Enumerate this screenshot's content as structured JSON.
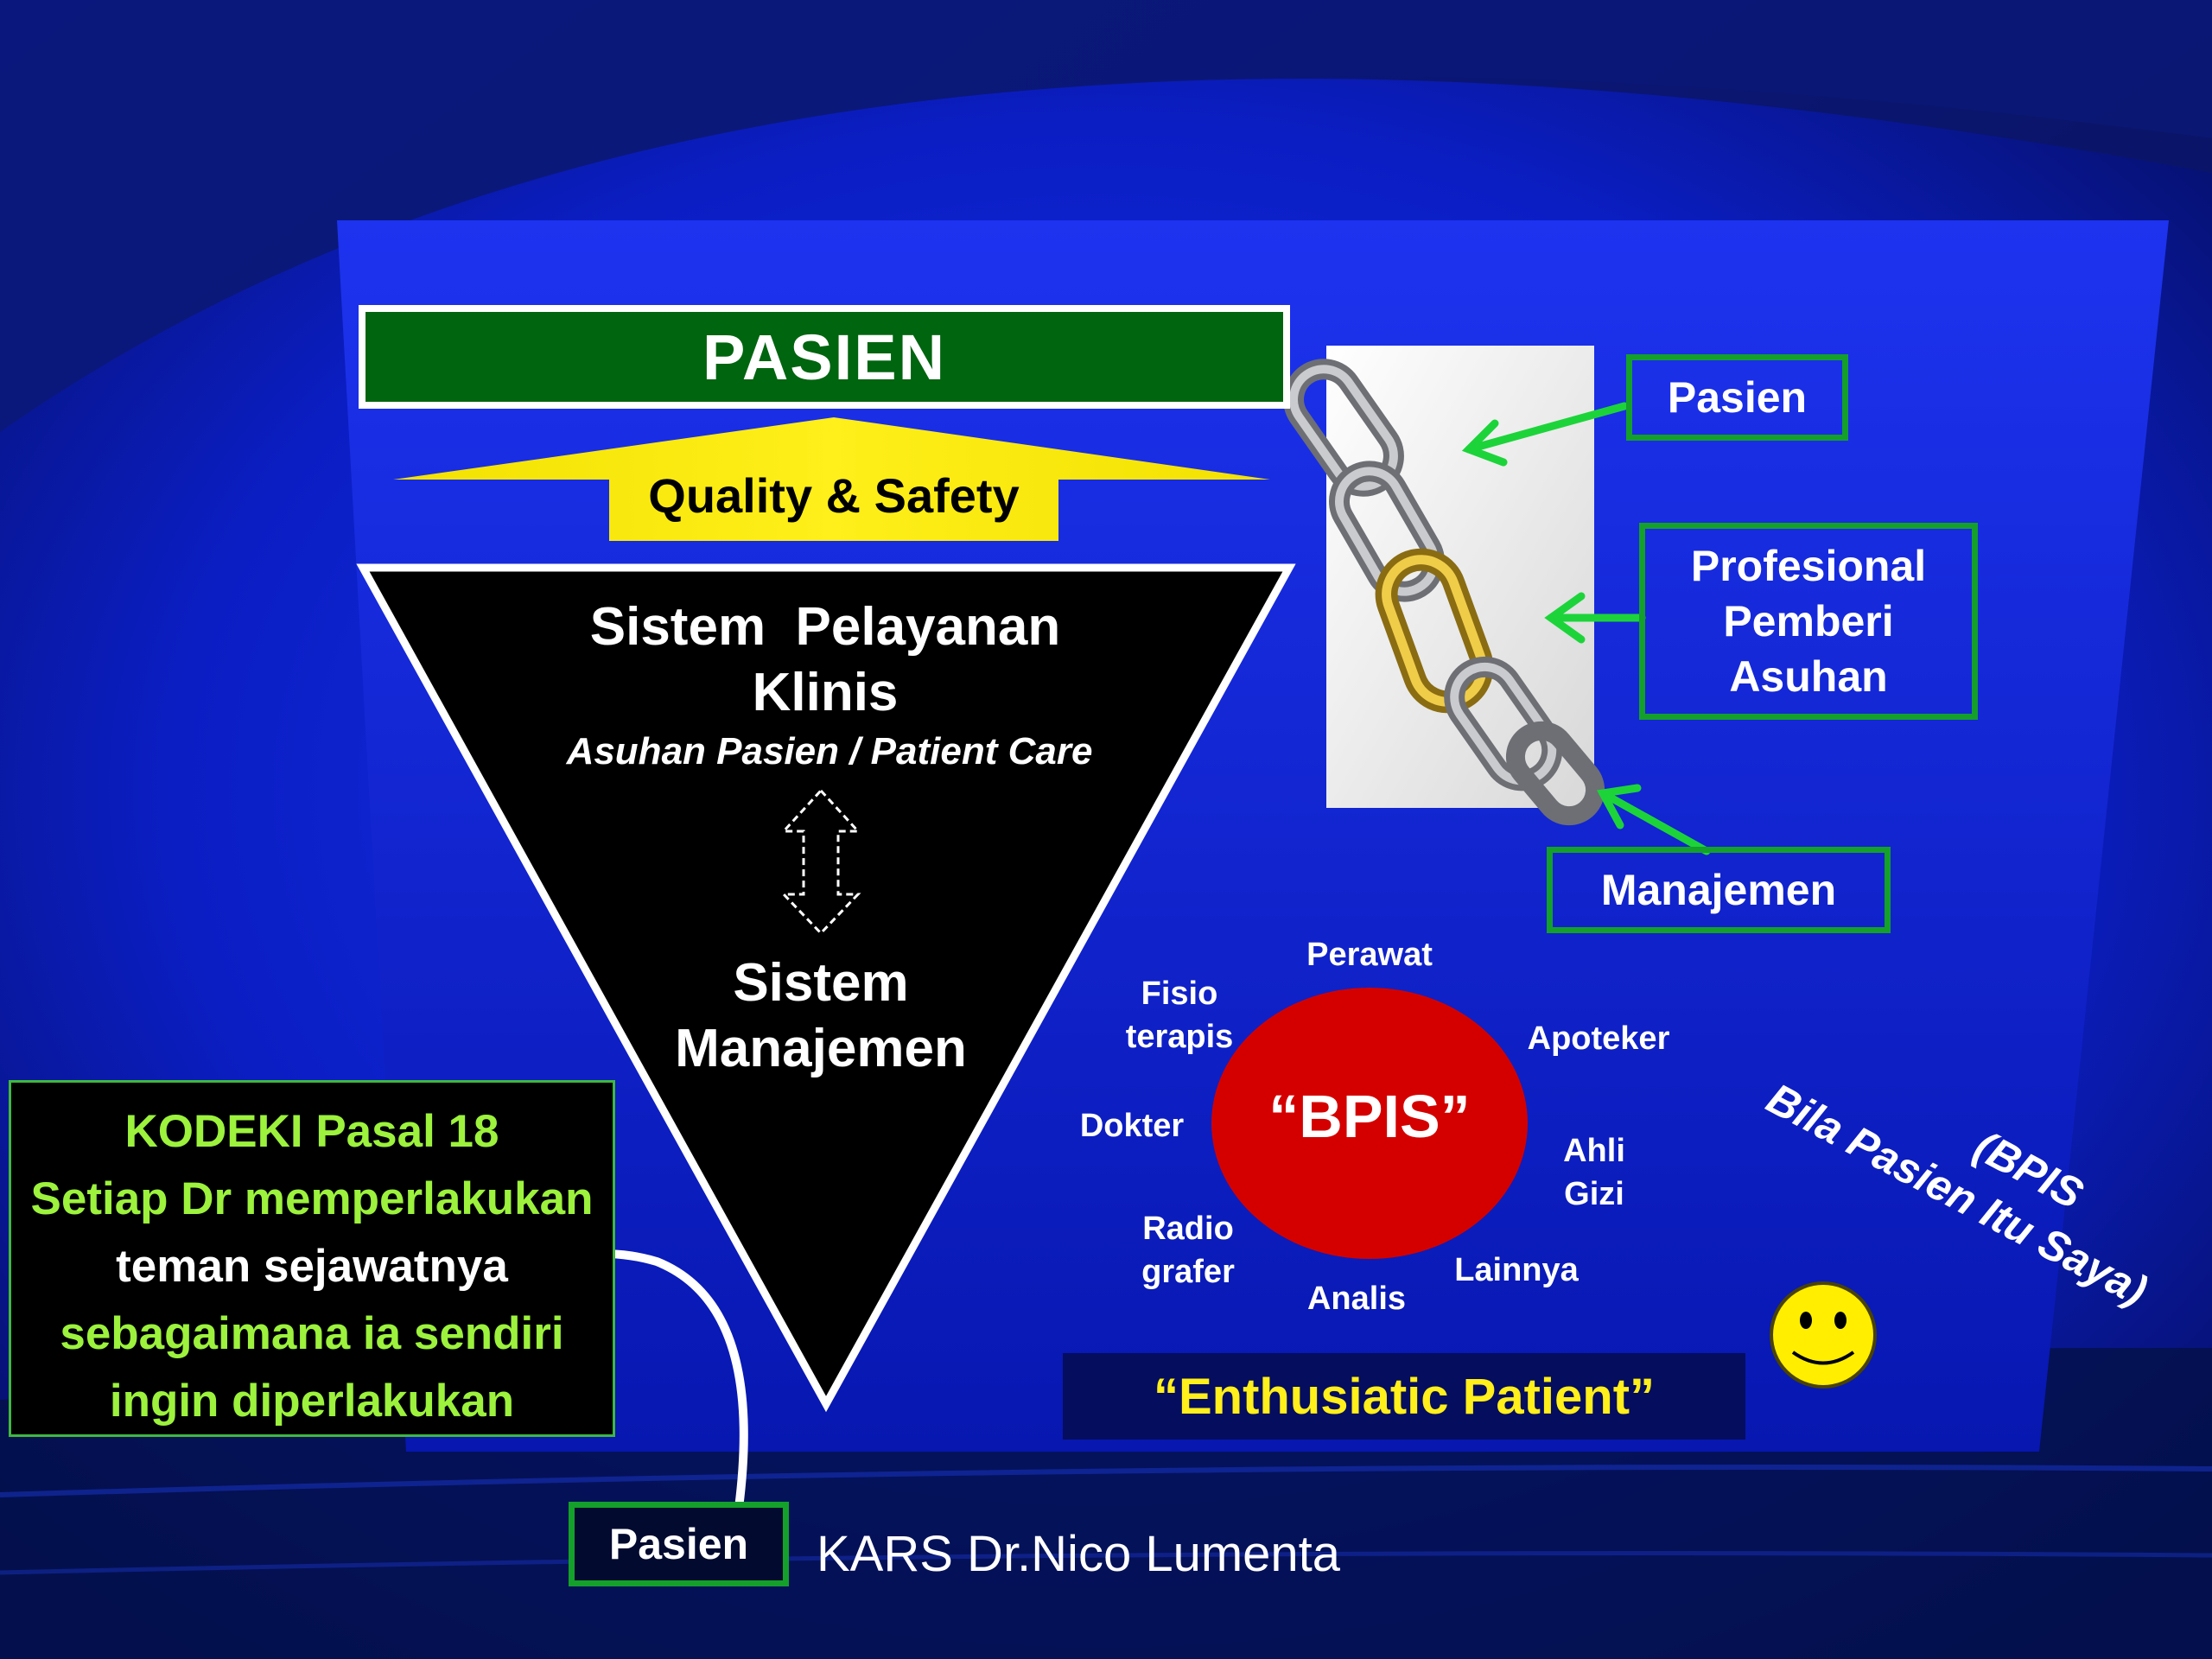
{
  "header": {
    "title": "PASIEN",
    "banner": "Quality & Safety"
  },
  "triangle": {
    "top_line1": "Sistem  Pelayanan",
    "top_line2": "Klinis",
    "subtitle": "Asuhan Pasien / Patient Care",
    "bottom_line1": "Sistem",
    "bottom_line2": "Manajemen"
  },
  "chain_labels": {
    "pasien": "Pasien",
    "profesional": [
      "Profesional",
      "Pemberi",
      "Asuhan"
    ],
    "manajemen": "Manajemen"
  },
  "bpis": {
    "center": "“BPIS”",
    "roles": {
      "perawat": "Perawat",
      "fisio": [
        "Fisio",
        "terapis"
      ],
      "apoteker": "Apoteker",
      "dokter": "Dokter",
      "ahli_gizi": [
        "Ahli",
        "Gizi"
      ],
      "radiografer": [
        "Radio",
        "grafer"
      ],
      "analis": "Analis",
      "lainnya": "Lainnya"
    },
    "note_line1": "(BPIS",
    "note_line2": "Bila Pasien Itu Saya)"
  },
  "kodeki": {
    "line1": "KODEKI Pasal 18",
    "line2": "Setiap Dr memperlakukan",
    "line3": "teman sejawatnya",
    "line4": "sebagaimana ia sendiri",
    "line5": "ingin diperlakukan"
  },
  "footer": {
    "pasien_box": "Pasien",
    "author": "KARS Dr.Nico Lumenta",
    "slogan": "“Enthusiatic Patient”"
  },
  "icons": [
    "smiley-icon",
    "chain-image",
    "double-arrow-icon"
  ],
  "colors": {
    "green": "#00650f",
    "yellow": "#ffef1a",
    "red": "#d40000",
    "lime": "#9cf23c",
    "blue": "#0a1fd0"
  }
}
